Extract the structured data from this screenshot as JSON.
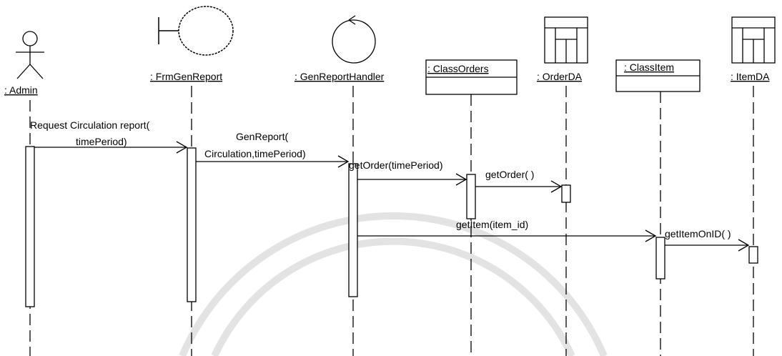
{
  "participants": [
    {
      "id": "admin",
      "label": ": Admin",
      "kind": "actor"
    },
    {
      "id": "frmgenreport",
      "label": ": FrmGenReport",
      "kind": "boundary"
    },
    {
      "id": "genreporthandler",
      "label": ": GenReportHandler",
      "kind": "control"
    },
    {
      "id": "classorders",
      "label": ": ClassOrders",
      "kind": "class"
    },
    {
      "id": "orderda",
      "label": ": OrderDA",
      "kind": "entity"
    },
    {
      "id": "classitem",
      "label": ": ClassItem",
      "kind": "class"
    },
    {
      "id": "itemda",
      "label": ": ItemDA",
      "kind": "entity"
    }
  ],
  "messages": [
    {
      "from": "admin",
      "to": "frmgenreport",
      "lines": [
        "Request Circulation report(",
        "timePeriod)"
      ]
    },
    {
      "from": "frmgenreport",
      "to": "genreporthandler",
      "lines": [
        "GenReport(",
        "Circulation,timePeriod)"
      ]
    },
    {
      "from": "genreporthandler",
      "to": "classorders",
      "lines": [
        "getOrder(timePeriod)"
      ]
    },
    {
      "from": "classorders",
      "to": "orderda",
      "lines": [
        "getOrder( )"
      ]
    },
    {
      "from": "genreporthandler",
      "to": "classitem",
      "lines": [
        "getItem(item_id)"
      ]
    },
    {
      "from": "classitem",
      "to": "itemda",
      "lines": [
        "getItemOnID( )"
      ]
    }
  ]
}
